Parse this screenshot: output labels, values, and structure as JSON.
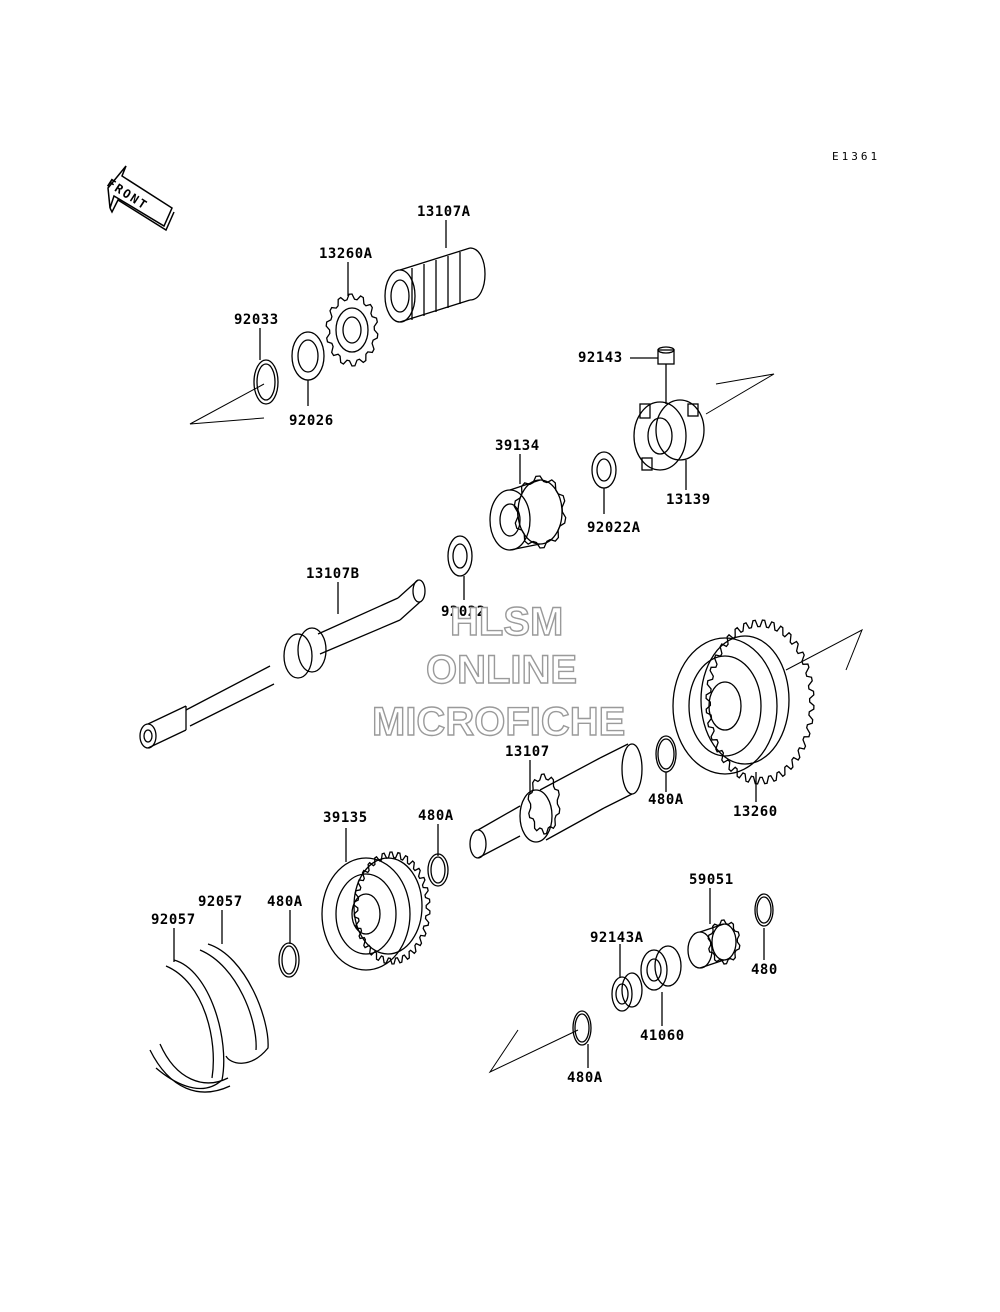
{
  "diagram": {
    "code": "E1361",
    "front_label": "FRONT",
    "parts": [
      {
        "id": "13107a",
        "label": "13107A"
      },
      {
        "id": "13260a",
        "label": "13260A"
      },
      {
        "id": "92033",
        "label": "92033"
      },
      {
        "id": "92026",
        "label": "92026"
      },
      {
        "id": "92143",
        "label": "92143"
      },
      {
        "id": "13139",
        "label": "13139"
      },
      {
        "id": "39134",
        "label": "39134"
      },
      {
        "id": "92022a",
        "label": "92022A"
      },
      {
        "id": "13107b",
        "label": "13107B"
      },
      {
        "id": "92022",
        "label": "92022"
      },
      {
        "id": "13107",
        "label": "13107"
      },
      {
        "id": "480a-1",
        "label": "480A"
      },
      {
        "id": "13260",
        "label": "13260"
      },
      {
        "id": "39135",
        "label": "39135"
      },
      {
        "id": "480a-2",
        "label": "480A"
      },
      {
        "id": "92057-1",
        "label": "92057"
      },
      {
        "id": "92057-2",
        "label": "92057"
      },
      {
        "id": "480a-3",
        "label": "480A"
      },
      {
        "id": "59051",
        "label": "59051"
      },
      {
        "id": "92143a",
        "label": "92143A"
      },
      {
        "id": "480",
        "label": "480"
      },
      {
        "id": "41060",
        "label": "41060"
      },
      {
        "id": "480a-4",
        "label": "480A"
      }
    ]
  },
  "watermark": {
    "line1": "HLSM",
    "line2": "ONLINE",
    "line3": "MICROFICHE"
  },
  "colors": {
    "line": "#000000",
    "background": "#ffffff",
    "watermark_outline": "#9a9a9a"
  }
}
